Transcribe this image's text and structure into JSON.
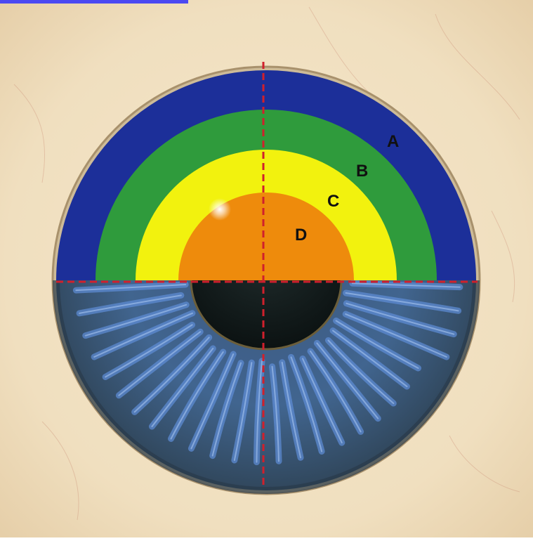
{
  "diagram": {
    "zones": [
      {
        "label": "A",
        "color": "#1c2f99"
      },
      {
        "label": "B",
        "color": "#2f9b3c"
      },
      {
        "label": "C",
        "color": "#f2f20e"
      },
      {
        "label": "D",
        "color": "#ee8b0c"
      }
    ],
    "colors": {
      "skin": "#f1e1c2",
      "top_bar": "#4b49f2",
      "iris_lower": "#3c4f66",
      "iris_fibers": "#5b86d0",
      "pupil": "#121c1c",
      "limbus_ring": "#b9ab8d",
      "axis_lines": "#d0202c"
    }
  }
}
